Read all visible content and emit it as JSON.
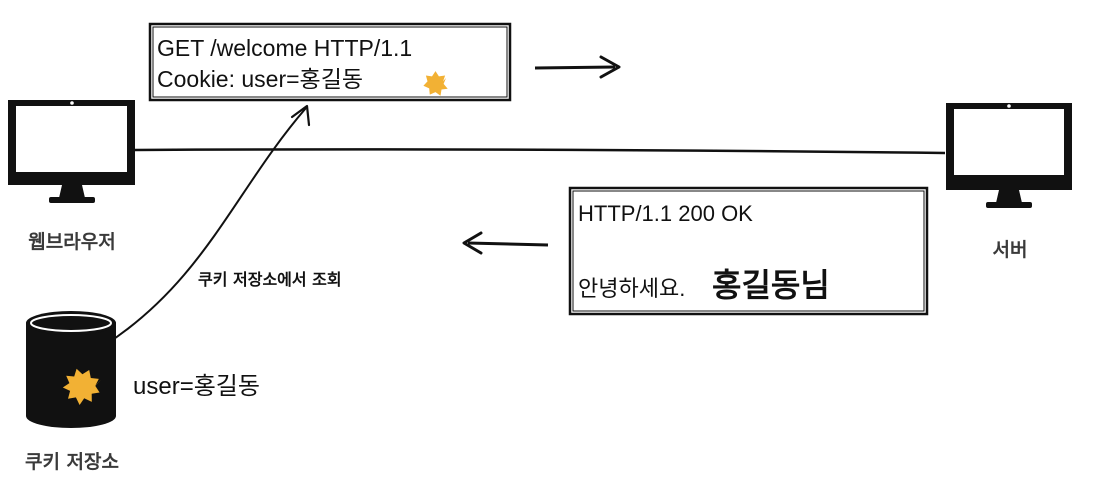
{
  "request_box": {
    "line1": "GET /welcome HTTP/1.1",
    "line2": "Cookie: user=홍길동"
  },
  "response_box": {
    "status_line": "HTTP/1.1 200 OK",
    "greeting": "안녕하세요.",
    "name": "홍길동님"
  },
  "browser": {
    "label": "웹브라우저"
  },
  "server": {
    "label": "서버"
  },
  "cookie_store": {
    "label": "쿠키 저장소",
    "entry": "user=홍길동",
    "lookup_label": "쿠키 저장소에서 조회"
  },
  "colors": {
    "ink": "#111111",
    "badge": "#f2b134",
    "label_gray": "#3a3a3a"
  }
}
